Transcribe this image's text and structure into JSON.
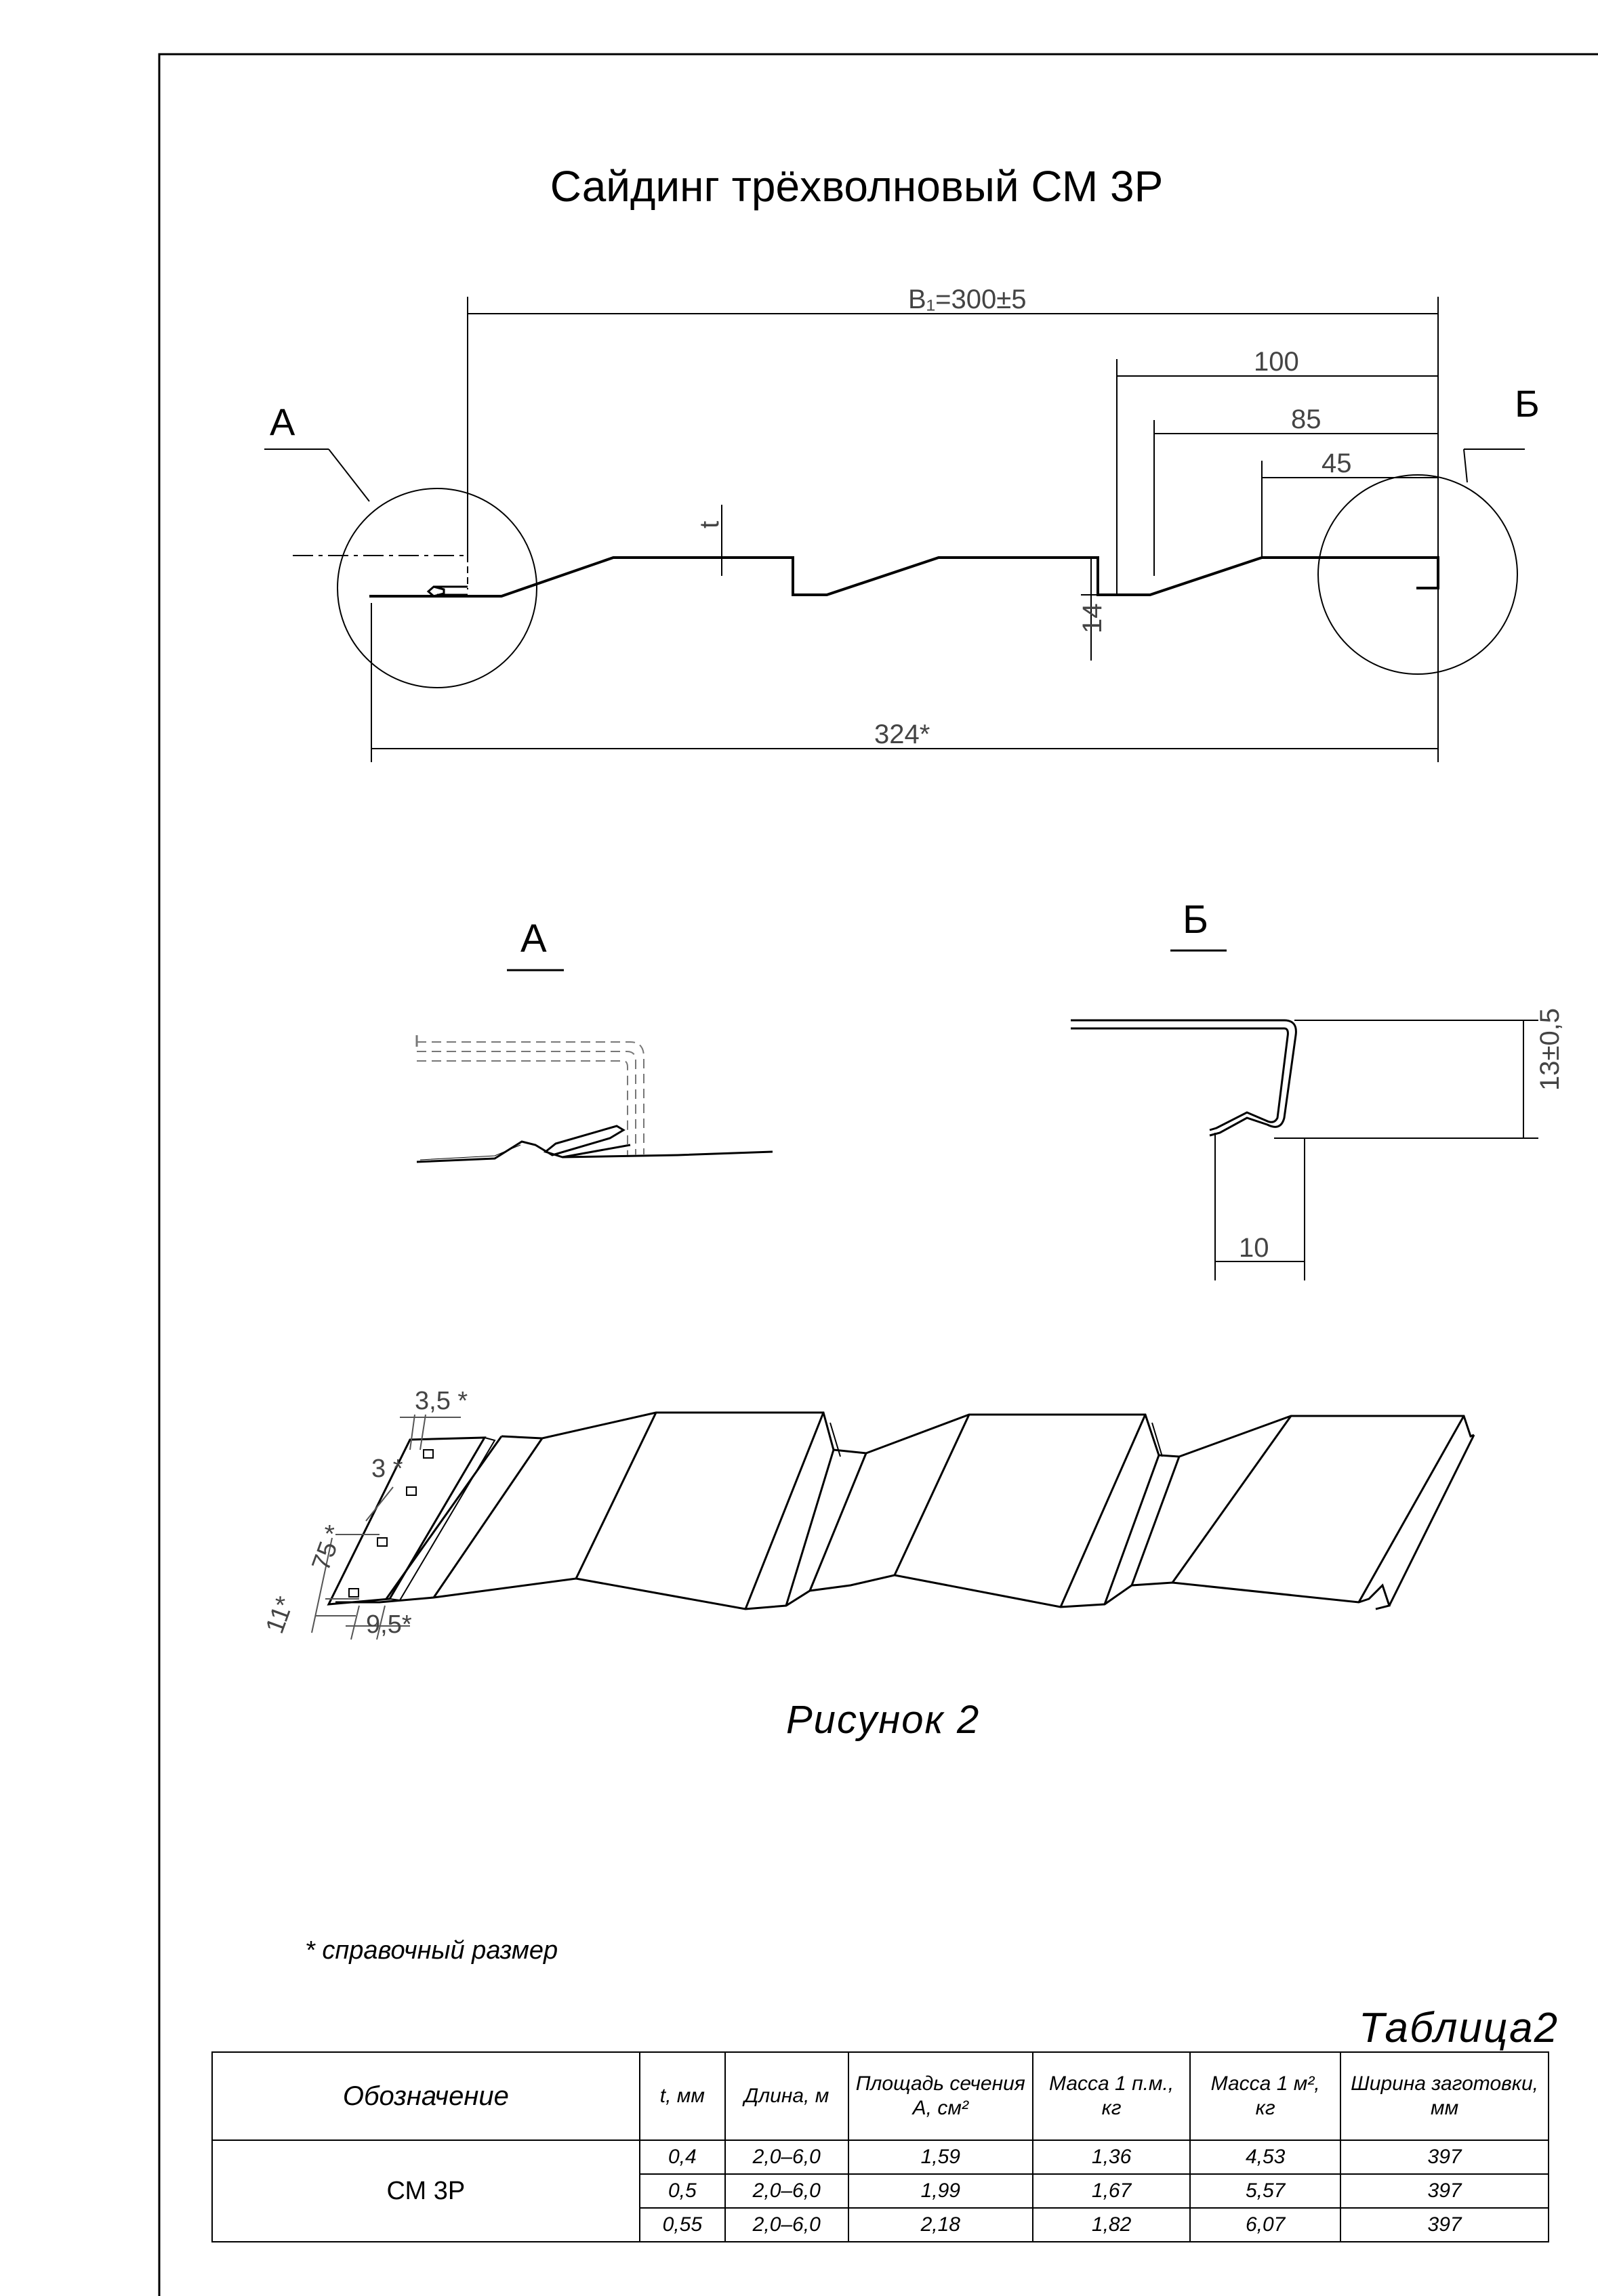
{
  "title": "Сайдинг трёхволновый СМ 3Р",
  "drawing": {
    "dim_overall_width": "B₁=300±5",
    "dim_100": "100",
    "dim_85": "85",
    "dim_45": "45",
    "dim_t": "t",
    "dim_14": "14",
    "dim_324": "324*",
    "callout_a": "А",
    "callout_b": "Б",
    "detail_a_label": "А",
    "detail_b_label": "Б",
    "dim_13": "13±0,5",
    "dim_10": "10",
    "iso_dim_35": "3,5 *",
    "iso_dim_3": "3 *",
    "iso_dim_75": "75 *",
    "iso_dim_11": "11*",
    "iso_dim_95": "9,5*"
  },
  "figure_caption": "Рисунок 2",
  "footnote": "* справочный размер",
  "table": {
    "title": "Таблица2",
    "headers": {
      "designation": "Обозначение",
      "t": "t, мм",
      "length": "Длина, м",
      "area_line1": "Площадь сечения",
      "area_line2": "А, см²",
      "mass_lm_line1": "Масса 1 п.м.,",
      "mass_lm_line2": "кг",
      "mass_m2_line1": "Масса 1 м²,",
      "mass_m2_line2": "кг",
      "blank_line1": "Ширина заготовки,",
      "blank_line2": "мм"
    },
    "designation": "СМ 3Р",
    "rows": [
      {
        "t": "0,4",
        "length": "2,0–6,0",
        "area": "1,59",
        "mass_lm": "1,36",
        "mass_m2": "4,53",
        "blank": "397"
      },
      {
        "t": "0,5",
        "length": "2,0–6,0",
        "area": "1,99",
        "mass_lm": "1,67",
        "mass_m2": "5,57",
        "blank": "397"
      },
      {
        "t": "0,55",
        "length": "2,0–6,0",
        "area": "2,18",
        "mass_lm": "1,82",
        "mass_m2": "6,07",
        "blank": "397"
      }
    ]
  }
}
